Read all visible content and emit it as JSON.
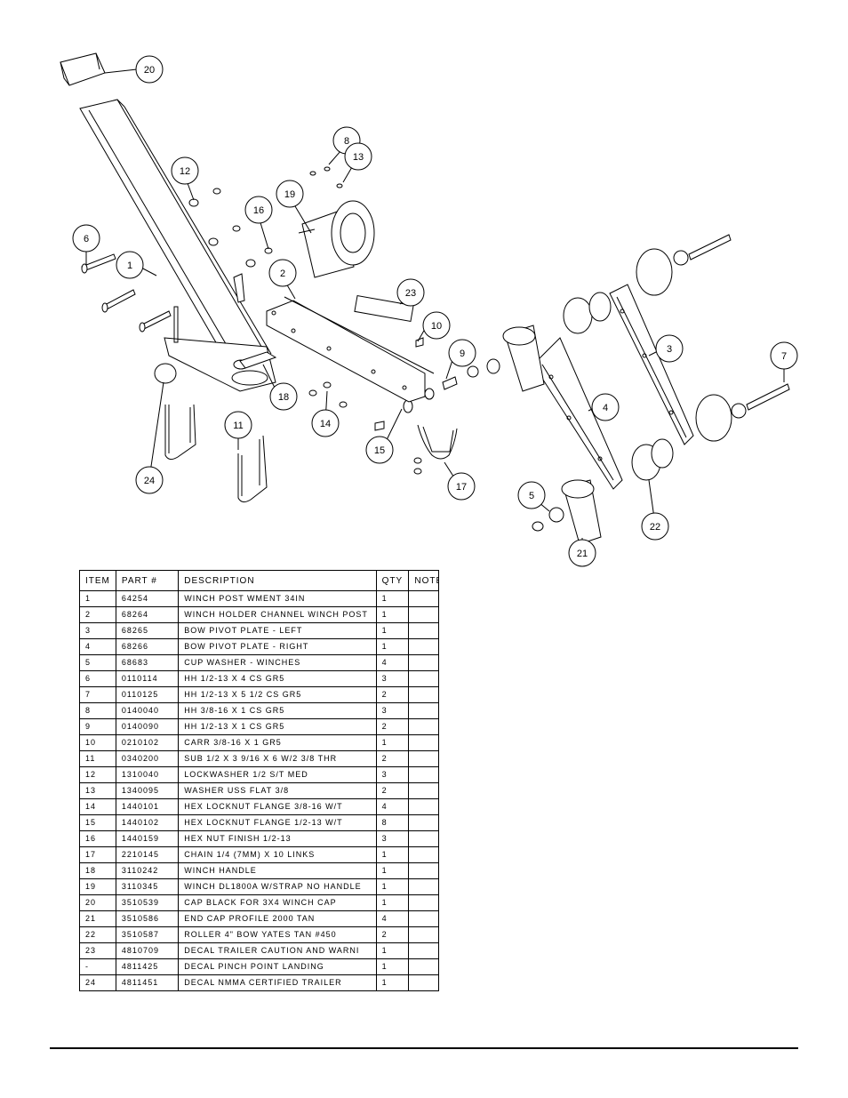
{
  "callouts": [
    "20",
    "8",
    "13",
    "12",
    "19",
    "16",
    "6",
    "1",
    "2",
    "23",
    "10",
    "9",
    "3",
    "7",
    "18",
    "14",
    "11",
    "15",
    "4",
    "24",
    "17",
    "5",
    "21",
    "22"
  ],
  "table": {
    "headers": [
      "ITEM",
      "PART #",
      "DESCRIPTION",
      "QTY",
      "NOTE"
    ],
    "rows": [
      {
        "item": "1",
        "part": "64254",
        "desc": "WINCH POST WMENT  34IN",
        "qty": "1",
        "note": ""
      },
      {
        "item": "2",
        "part": "68264",
        "desc": "WINCH HOLDER CHANNEL WINCH POST",
        "qty": "1",
        "note": ""
      },
      {
        "item": "3",
        "part": "68265",
        "desc": "BOW PIVOT PLATE - LEFT",
        "qty": "1",
        "note": ""
      },
      {
        "item": "4",
        "part": "68266",
        "desc": "BOW PIVOT PLATE - RIGHT",
        "qty": "1",
        "note": ""
      },
      {
        "item": "5",
        "part": "68683",
        "desc": "CUP WASHER - WINCHES",
        "qty": "4",
        "note": ""
      },
      {
        "item": "6",
        "part": "0110114",
        "desc": "HH 1/2-13 X 4 CS GR5",
        "qty": "3",
        "note": ""
      },
      {
        "item": "7",
        "part": "0110125",
        "desc": "HH 1/2-13 X 5 1/2 CS GR5",
        "qty": "2",
        "note": ""
      },
      {
        "item": "8",
        "part": "0140040",
        "desc": "HH 3/8-16 X 1 CS GR5",
        "qty": "3",
        "note": ""
      },
      {
        "item": "9",
        "part": "0140090",
        "desc": "HH 1/2-13 X 1 CS GR5",
        "qty": "2",
        "note": ""
      },
      {
        "item": "10",
        "part": "0210102",
        "desc": "CARR 3/8-16 X 1 GR5",
        "qty": "1",
        "note": ""
      },
      {
        "item": "11",
        "part": "0340200",
        "desc": "SUB 1/2 X 3 9/16 X 6 W/2 3/8 THR",
        "qty": "2",
        "note": ""
      },
      {
        "item": "12",
        "part": "1310040",
        "desc": "LOCKWASHER 1/2 S/T MED",
        "qty": "3",
        "note": ""
      },
      {
        "item": "13",
        "part": "1340095",
        "desc": "WASHER USS FLAT 3/8",
        "qty": "2",
        "note": ""
      },
      {
        "item": "14",
        "part": "1440101",
        "desc": "HEX LOCKNUT FLANGE 3/8-16 W/T",
        "qty": "4",
        "note": ""
      },
      {
        "item": "15",
        "part": "1440102",
        "desc": "HEX LOCKNUT FLANGE 1/2-13 W/T",
        "qty": "8",
        "note": ""
      },
      {
        "item": "16",
        "part": "1440159",
        "desc": "HEX NUT FINISH 1/2-13",
        "qty": "3",
        "note": ""
      },
      {
        "item": "17",
        "part": "2210145",
        "desc": "CHAIN 1/4 (7MM) X 10 LINKS",
        "qty": "1",
        "note": ""
      },
      {
        "item": "18",
        "part": "3110242",
        "desc": "WINCH HANDLE",
        "qty": "1",
        "note": ""
      },
      {
        "item": "19",
        "part": "3110345",
        "desc": "WINCH DL1800A W/STRAP  NO HANDLE",
        "qty": "1",
        "note": ""
      },
      {
        "item": "20",
        "part": "3510539",
        "desc": "CAP BLACK FOR 3X4 WINCH CAP",
        "qty": "1",
        "note": ""
      },
      {
        "item": "21",
        "part": "3510586",
        "desc": "END CAP PROFILE 2000 TAN",
        "qty": "4",
        "note": ""
      },
      {
        "item": "22",
        "part": "3510587",
        "desc": "ROLLER 4\" BOW YATES TAN #450",
        "qty": "2",
        "note": ""
      },
      {
        "item": "23",
        "part": "4810709",
        "desc": "DECAL TRAILER CAUTION AND WARNI",
        "qty": "1",
        "note": ""
      },
      {
        "item": "-",
        "part": "4811425",
        "desc": "DECAL PINCH POINT LANDING",
        "qty": "1",
        "note": ""
      },
      {
        "item": "24",
        "part": "4811451",
        "desc": " DECAL NMMA CERTIFIED TRAILER",
        "qty": "1",
        "note": ""
      }
    ]
  }
}
